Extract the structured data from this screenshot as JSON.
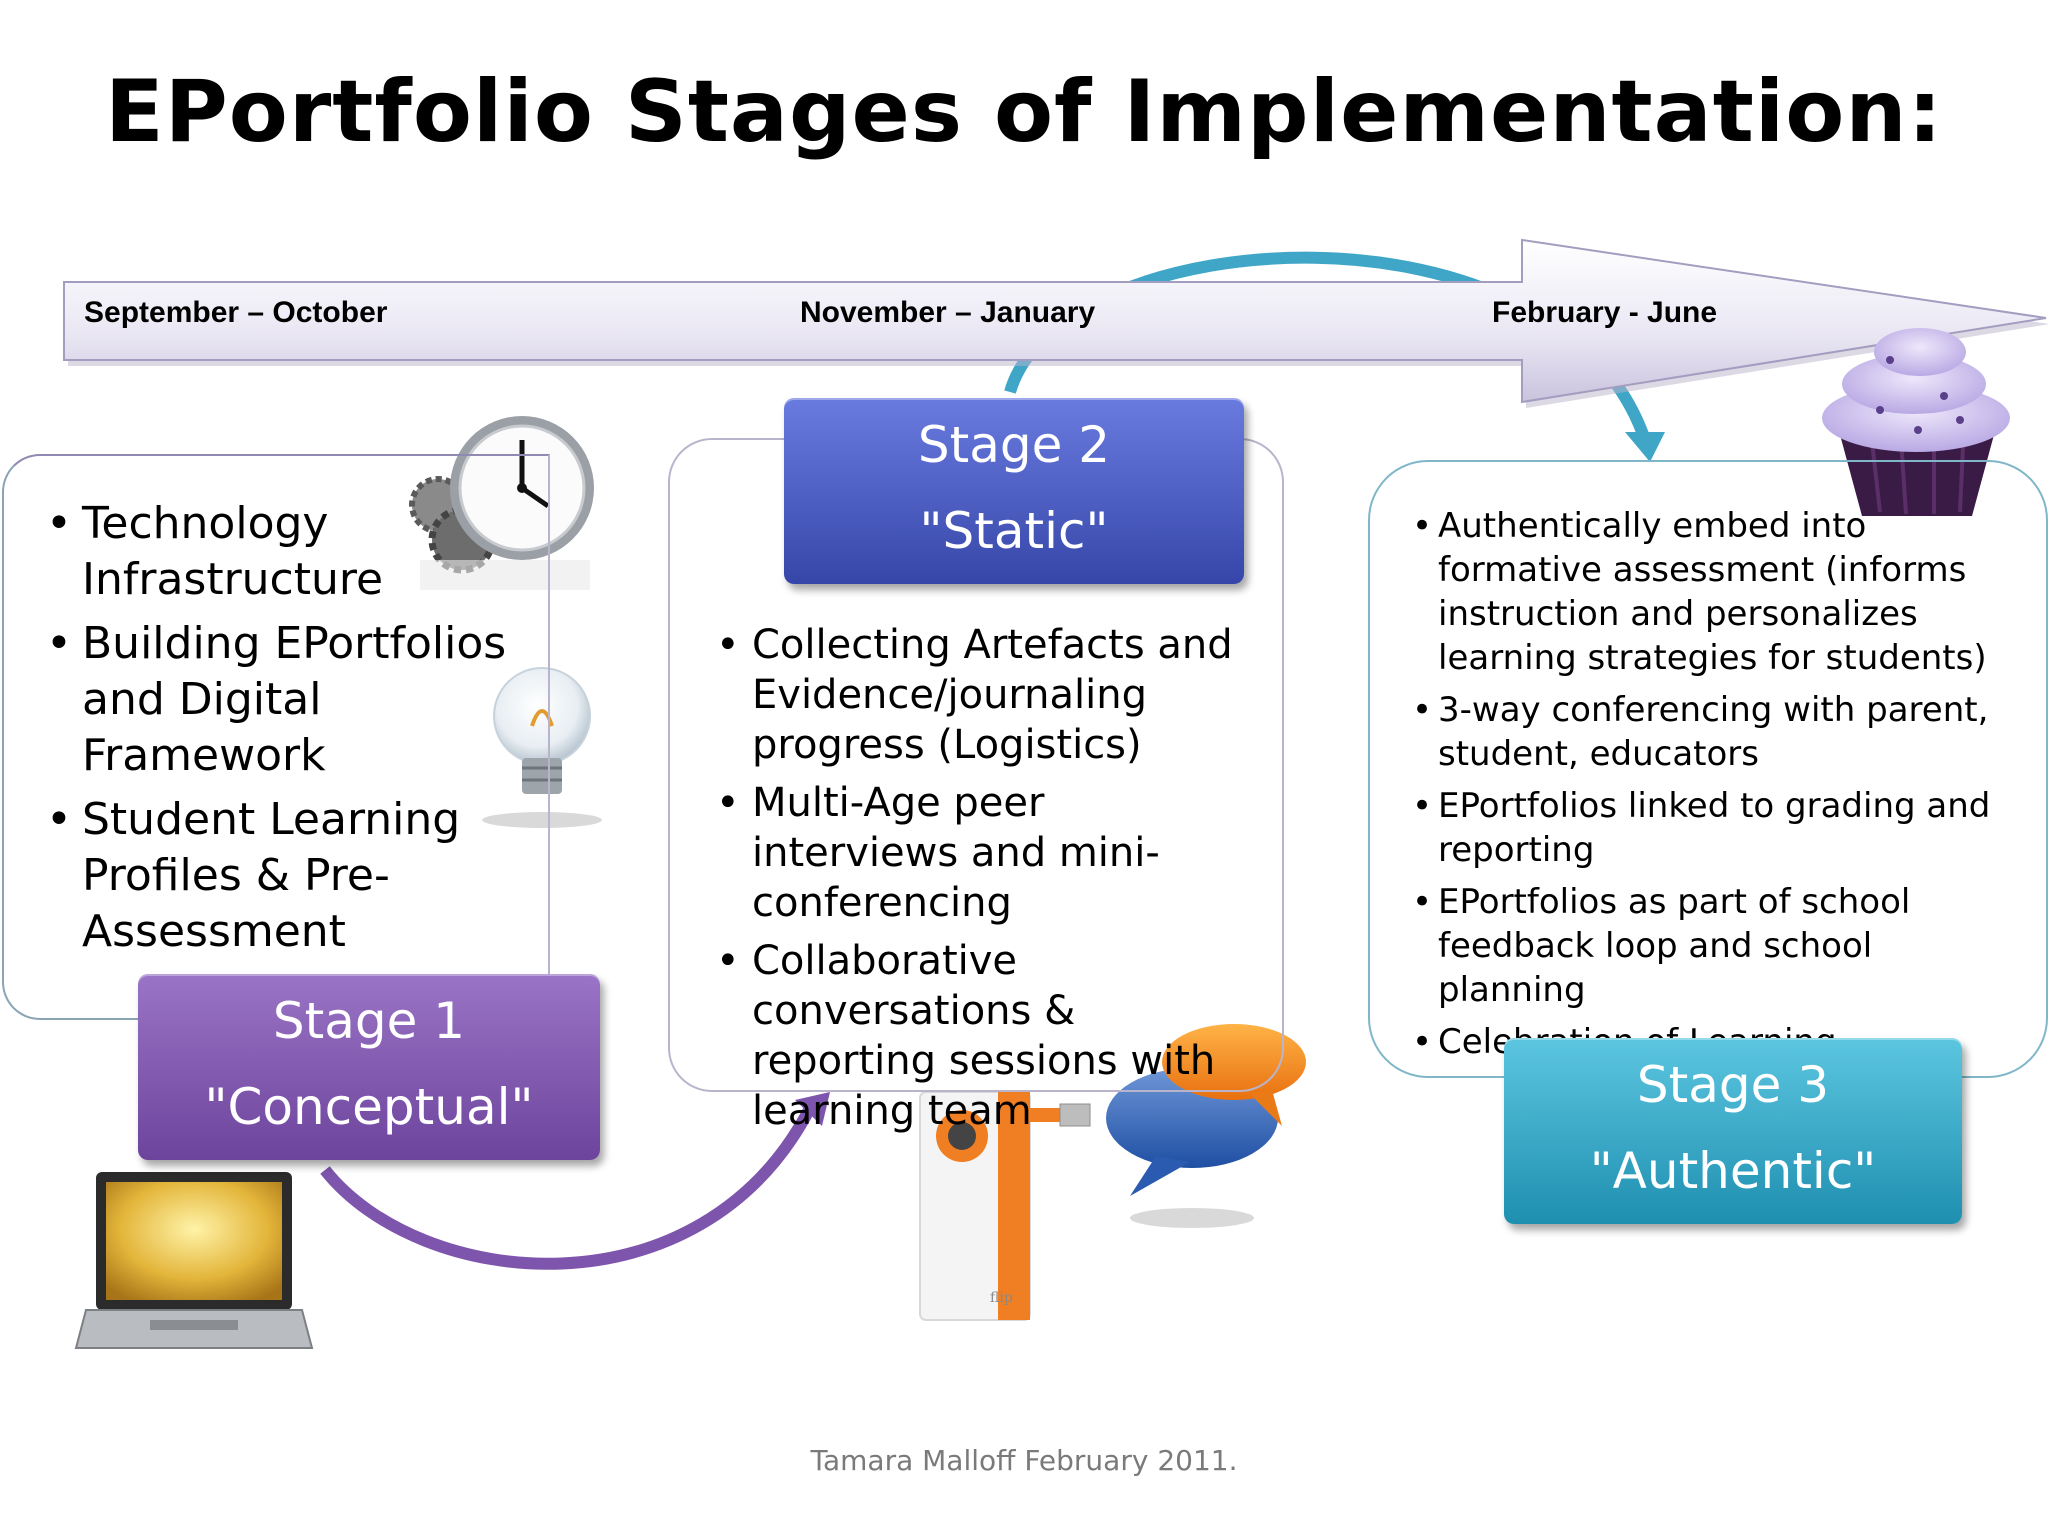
{
  "title": "EPortfolio Stages of Implementation:",
  "timeline": {
    "periods": [
      "September – October",
      "November – January",
      "February - June"
    ]
  },
  "stages": [
    {
      "number_label": "Stage 1",
      "name": "\"Conceptual\"",
      "color": "#7e55ad",
      "items": [
        "Technology Infrastructure",
        "Building EPortfolios and Digital Framework",
        "Student Learning Profiles & Pre-Assessment"
      ]
    },
    {
      "number_label": "Stage 2",
      "name": "\"Static\"",
      "color": "#4a5cc0",
      "items": [
        "Collecting Artefacts and Evidence/journaling progress (Logistics)",
        "Multi-Age peer interviews and mini-conferencing",
        "Collaborative conversations & reporting sessions with learning team"
      ]
    },
    {
      "number_label": "Stage 3",
      "name": "\"Authentic\"",
      "color": "#2fa9c9",
      "items": [
        "Authentically embed into formative assessment (informs instruction and personalizes learning strategies for students)",
        "3-way conferencing with parent, student, educators",
        "EPortfolios linked to grading and reporting",
        "EPortfolios as part of school feedback loop and school planning",
        "Celebration of Learning"
      ]
    }
  ],
  "icons": [
    "clock-gears-icon",
    "light-bulb-icon",
    "laptop-icon",
    "flip-camera-icon",
    "speech-bubbles-icon",
    "cupcake-icon"
  ],
  "credit": "Tamara Malloff February 2011."
}
